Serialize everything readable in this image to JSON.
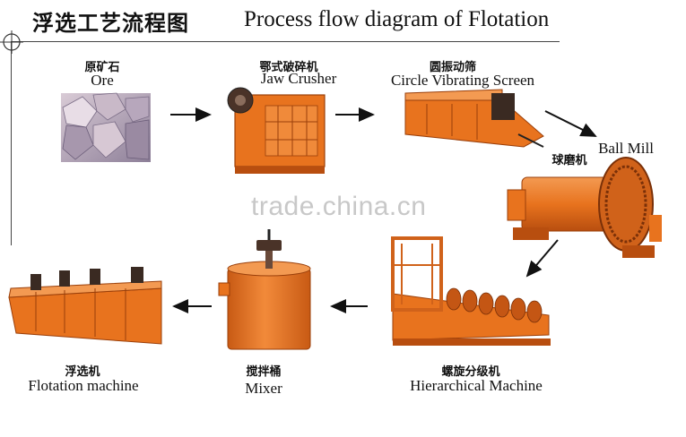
{
  "title": {
    "chinese": "浮选工艺流程图",
    "english": "Process flow diagram of Flotation"
  },
  "stages": [
    {
      "id": "ore",
      "label_cn": "原矿石",
      "label_en": "Ore"
    },
    {
      "id": "jaw-crusher",
      "label_cn": "鄂式破碎机",
      "label_en": "Jaw Crusher"
    },
    {
      "id": "circle-vibrating-screen",
      "label_cn": "圆振动筛",
      "label_en": "Circle Vibrating Screen"
    },
    {
      "id": "ball-mill",
      "label_cn": "球磨机",
      "label_en": "Ball Mill"
    },
    {
      "id": "hierarchical-machine",
      "label_cn": "螺旋分级机",
      "label_en": "Hierarchical Machine"
    },
    {
      "id": "mixer",
      "label_cn": "搅拌桶",
      "label_en": "Mixer"
    },
    {
      "id": "flotation-machine",
      "label_cn": "浮选机",
      "label_en": "Flotation machine"
    }
  ],
  "watermark": "trade.china.cn",
  "colors": {
    "machine_orange": "#e8731e",
    "machine_dark": "#b84e0f",
    "arrow": "#111111",
    "watermark": "#c8c8c8"
  }
}
